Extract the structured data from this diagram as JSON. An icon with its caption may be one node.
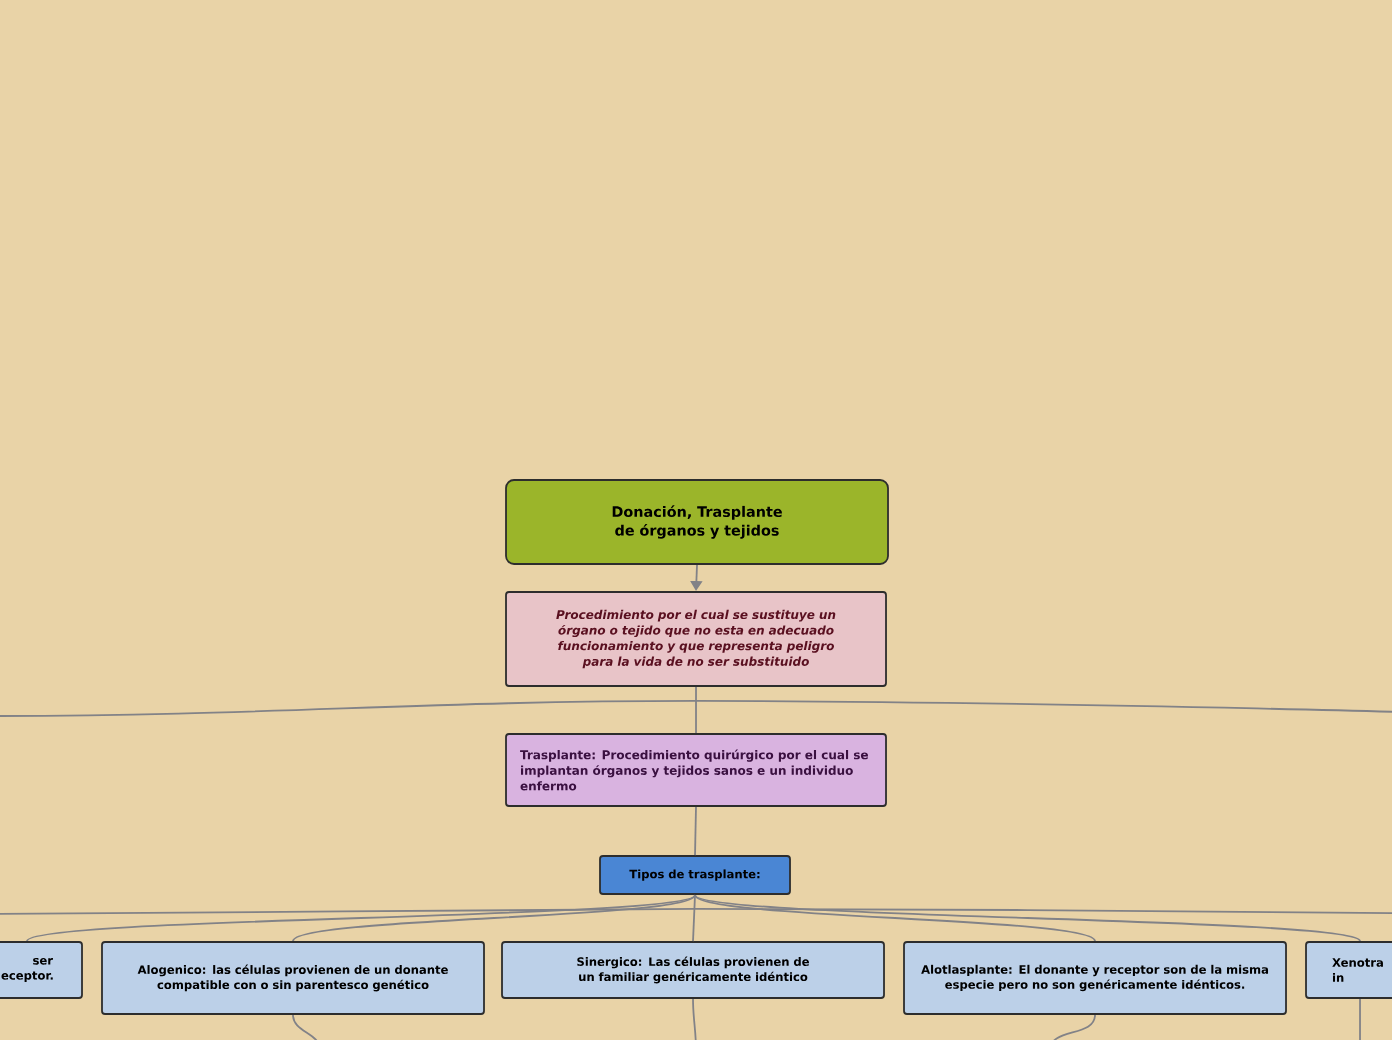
{
  "diagram": {
    "nodes": [
      {
        "text": [
          "Donación, Trasplante de órganos y tejidos"
        ]
      },
      {
        "text": [
          "Procedimiento por el cual se sustituye un órgano o tejido que no esta en adecuado funcionamiento y que representa peligro para la vida de no ser substituido"
        ]
      },
      {
        "text": [
          "Trasplante: Procedimiento quirúrgico por el cual se implantan órganos y tejidos sanos e un individuo enfermo"
        ]
      },
      {
        "text": [
          "Tipos de trasplante:"
        ]
      },
      {
        "text": [
          "ser eceptor."
        ]
      },
      {
        "text": [
          "Alogenico: las células provienen de un donante compatible con o sin parentesco genético"
        ]
      },
      {
        "text": [
          "Sinergico: Las células provienen de un familiar genéricamente idéntico"
        ]
      },
      {
        "text": [
          "Alotlasplante: El donante y receptor son de la misma especie pero no son genéricamente idénticos."
        ]
      },
      {
        "text": [
          "Xenotra in"
        ]
      }
    ],
    "edges": [
      {
        "from": 0,
        "to": 1,
        "arrow": "to"
      },
      {
        "from": 1,
        "to": 2,
        "arrow": "none"
      },
      {
        "from": 1,
        "to": null,
        "arrow": "none"
      },
      {
        "from": 1,
        "to": null,
        "arrow": "none"
      },
      {
        "from": 2,
        "to": 3,
        "arrow": "none"
      },
      {
        "from": 3,
        "to": 4,
        "arrow": "none"
      },
      {
        "from": 3,
        "to": 5,
        "arrow": "none"
      },
      {
        "from": 3,
        "to": 6,
        "arrow": "none"
      },
      {
        "from": 3,
        "to": 7,
        "arrow": "none"
      },
      {
        "from": 3,
        "to": 8,
        "arrow": "none"
      },
      {
        "from": 3,
        "to": null,
        "arrow": "none"
      },
      {
        "from": 3,
        "to": null,
        "arrow": "none"
      },
      {
        "from": 5,
        "to": null,
        "arrow": "none"
      },
      {
        "from": 6,
        "to": null,
        "arrow": "none"
      },
      {
        "from": 7,
        "to": null,
        "arrow": "none"
      },
      {
        "from": 8,
        "to": null,
        "arrow": "none"
      }
    ]
  }
}
